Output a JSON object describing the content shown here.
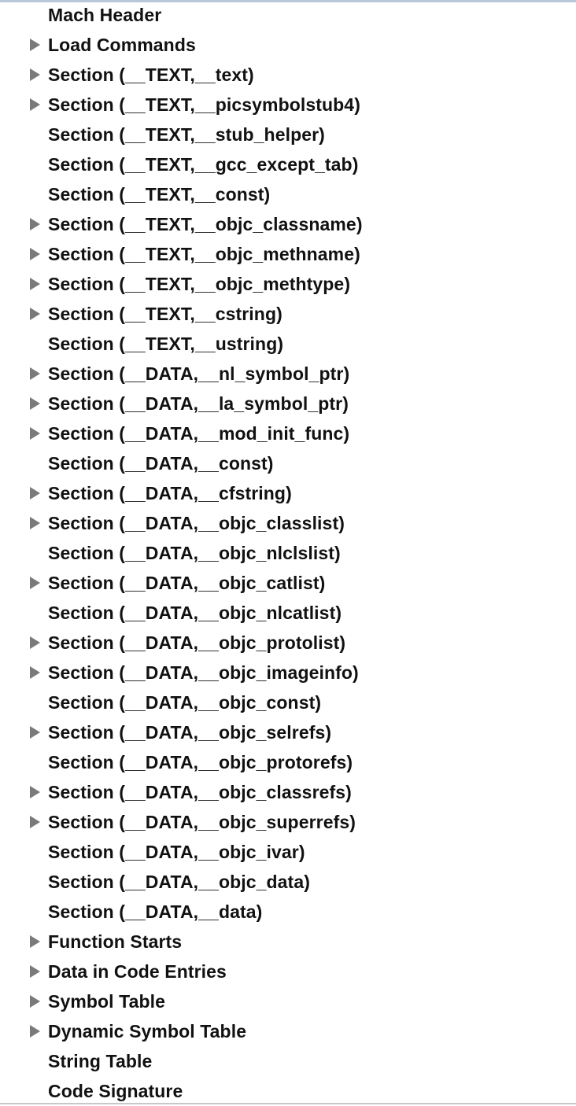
{
  "outline": {
    "items": [
      {
        "label": "Mach Header",
        "expandable": false
      },
      {
        "label": "Load Commands",
        "expandable": true
      },
      {
        "label": "Section (__TEXT,__text)",
        "expandable": true
      },
      {
        "label": "Section (__TEXT,__picsymbolstub4)",
        "expandable": true
      },
      {
        "label": "Section (__TEXT,__stub_helper)",
        "expandable": false
      },
      {
        "label": "Section (__TEXT,__gcc_except_tab)",
        "expandable": false
      },
      {
        "label": "Section (__TEXT,__const)",
        "expandable": false
      },
      {
        "label": "Section (__TEXT,__objc_classname)",
        "expandable": true
      },
      {
        "label": "Section (__TEXT,__objc_methname)",
        "expandable": true
      },
      {
        "label": "Section (__TEXT,__objc_methtype)",
        "expandable": true
      },
      {
        "label": "Section (__TEXT,__cstring)",
        "expandable": true
      },
      {
        "label": "Section (__TEXT,__ustring)",
        "expandable": false
      },
      {
        "label": "Section (__DATA,__nl_symbol_ptr)",
        "expandable": true
      },
      {
        "label": "Section (__DATA,__la_symbol_ptr)",
        "expandable": true
      },
      {
        "label": "Section (__DATA,__mod_init_func)",
        "expandable": true
      },
      {
        "label": "Section (__DATA,__const)",
        "expandable": false
      },
      {
        "label": "Section (__DATA,__cfstring)",
        "expandable": true
      },
      {
        "label": "Section (__DATA,__objc_classlist)",
        "expandable": true
      },
      {
        "label": "Section (__DATA,__objc_nlclslist)",
        "expandable": false
      },
      {
        "label": "Section (__DATA,__objc_catlist)",
        "expandable": true
      },
      {
        "label": "Section (__DATA,__objc_nlcatlist)",
        "expandable": false
      },
      {
        "label": "Section (__DATA,__objc_protolist)",
        "expandable": true
      },
      {
        "label": "Section (__DATA,__objc_imageinfo)",
        "expandable": true
      },
      {
        "label": "Section (__DATA,__objc_const)",
        "expandable": false
      },
      {
        "label": "Section (__DATA,__objc_selrefs)",
        "expandable": true
      },
      {
        "label": "Section (__DATA,__objc_protorefs)",
        "expandable": false
      },
      {
        "label": "Section (__DATA,__objc_classrefs)",
        "expandable": true
      },
      {
        "label": "Section (__DATA,__objc_superrefs)",
        "expandable": true
      },
      {
        "label": "Section (__DATA,__objc_ivar)",
        "expandable": false
      },
      {
        "label": "Section (__DATA,__objc_data)",
        "expandable": false
      },
      {
        "label": "Section (__DATA,__data)",
        "expandable": false
      },
      {
        "label": "Function Starts",
        "expandable": true
      },
      {
        "label": "Data in Code Entries",
        "expandable": true
      },
      {
        "label": "Symbol Table",
        "expandable": true
      },
      {
        "label": "Dynamic Symbol Table",
        "expandable": true
      },
      {
        "label": "String Table",
        "expandable": false
      },
      {
        "label": "Code Signature",
        "expandable": false
      }
    ]
  },
  "colors": {
    "text": "#111111",
    "disclosure_triangle": "#7a7a7a",
    "top_edge": "#b9c7da"
  },
  "icons": {
    "disclosure": "disclosure-triangle-right-icon"
  }
}
